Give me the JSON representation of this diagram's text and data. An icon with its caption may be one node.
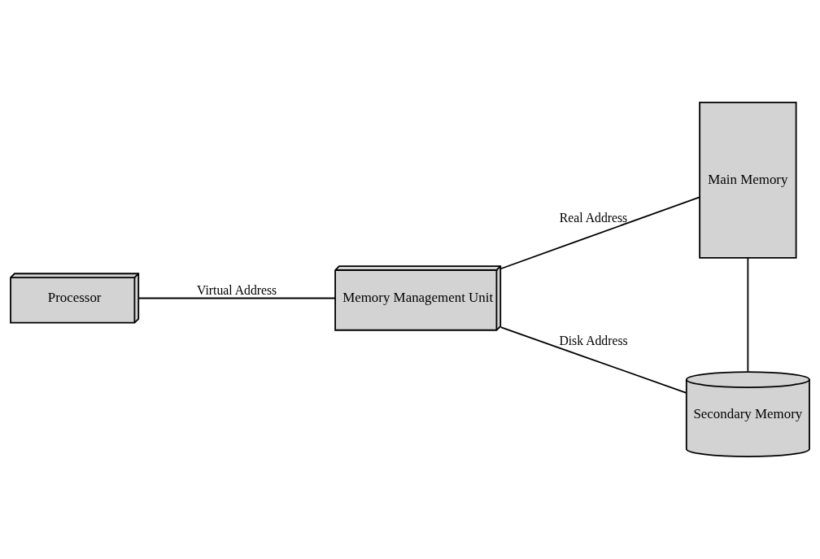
{
  "diagram": {
    "nodes": [
      {
        "text": [
          "Processor"
        ]
      },
      {
        "text": [
          "Memory Management Unit"
        ]
      },
      {
        "text": [
          "Main Memory"
        ]
      },
      {
        "text": [
          "Secondary Memory"
        ]
      }
    ],
    "edges": [
      {
        "from": 0,
        "to": 1,
        "arrow": "none",
        "label": "Virtual Address"
      },
      {
        "from": 1,
        "to": 2,
        "arrow": "none",
        "label": "Real Address"
      },
      {
        "from": 1,
        "to": 3,
        "arrow": "none",
        "label": "Disk Address"
      },
      {
        "from": 2,
        "to": 3,
        "arrow": "none"
      }
    ]
  }
}
